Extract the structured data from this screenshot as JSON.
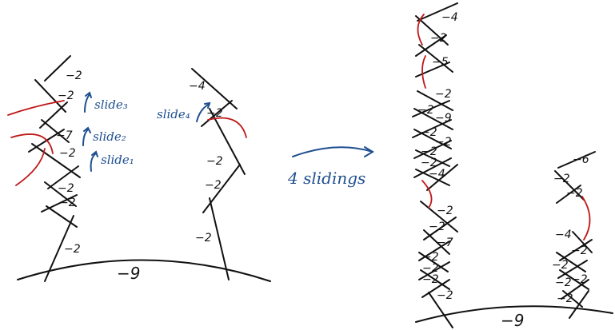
{
  "left_config": {
    "curve_label": "−9",
    "left_chain": [
      "−2",
      "−2",
      "−7",
      "−2",
      "−2",
      "−2",
      "−2"
    ],
    "right_chain": [
      "−4",
      "−2",
      "−2",
      "−2",
      "−2"
    ],
    "slide_labels": [
      "slide₃",
      "slide₂",
      "slide₁",
      "slide₄"
    ]
  },
  "transition": {
    "label": "4 slidings"
  },
  "right_config": {
    "curve_label": "−9",
    "left_chain": [
      "−4",
      "−2",
      "−5",
      "−2",
      "−2",
      "−9",
      "−2",
      "−2",
      "−2",
      "−2",
      "−4",
      "−2",
      "−2",
      "−7",
      "−2",
      "−2",
      "−2",
      "−2"
    ],
    "right_chain": [
      "−6",
      "−2",
      "−2",
      "−4",
      "−2",
      "−2",
      "−2",
      "−2",
      "−2"
    ]
  }
}
